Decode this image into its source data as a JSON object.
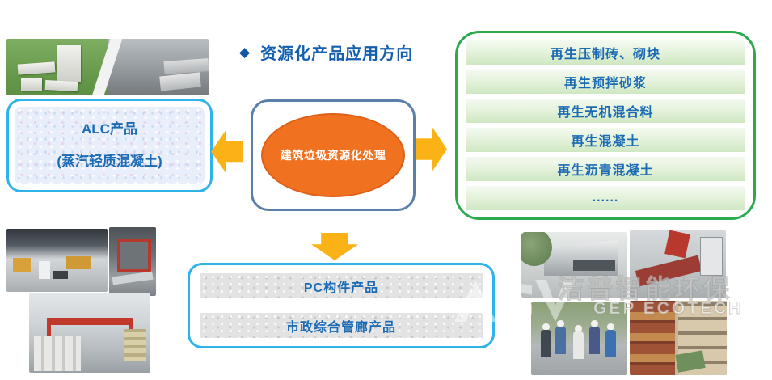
{
  "title": {
    "icon": "◆",
    "text": "资源化产品应用方向"
  },
  "hub": {
    "label": "建筑垃圾资源化处理"
  },
  "left_panel": {
    "line1": "ALC产品",
    "line2": "(蒸汽轻质混凝土)"
  },
  "right_panel": {
    "items": [
      "再生压制砖、砌块",
      "再生预拌砂浆",
      "再生无机混合料",
      "再生混凝土",
      "再生沥青混凝土",
      "......"
    ]
  },
  "bottom_panel": {
    "items": [
      "PC构件产品",
      "市政综合管廊产品"
    ]
  },
  "watermark": {
    "text_cn": "洁普智能环保",
    "text_en": "GEP ECOTECH"
  },
  "colors": {
    "title_blue": "#1460AE",
    "item_text_blue": "#1C6BB5",
    "arrow_gold": "#FBB216",
    "hub_orange": "#F0711F",
    "hub_border_blue": "#5B7FA6",
    "cyan_border": "#2FB3E8",
    "green_border": "#2DA94E"
  }
}
